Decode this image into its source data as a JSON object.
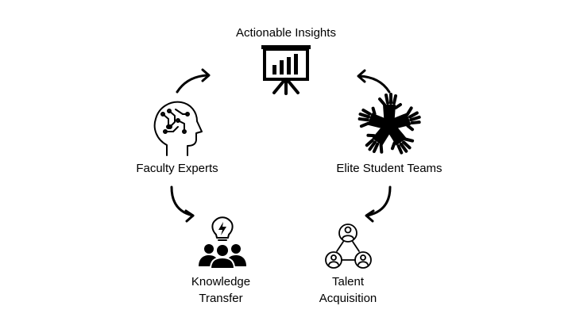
{
  "diagram": {
    "nodes": {
      "insights": {
        "label": "Actionable Insights",
        "icon": "presentation-chart-icon"
      },
      "faculty": {
        "label": "Faculty Experts",
        "icon": "brain-circuit-head-icon"
      },
      "students": {
        "label": "Elite Student Teams",
        "icon": "hands-together-icon"
      },
      "knowledge": {
        "label_lines": [
          "Knowledge",
          "Transfer"
        ],
        "icon": "team-lightbulb-icon"
      },
      "talent": {
        "label_lines": [
          "Talent",
          "Acquisition"
        ],
        "icon": "people-network-icon"
      }
    },
    "arrows": [
      {
        "from": "faculty",
        "to": "insights"
      },
      {
        "from": "students",
        "to": "insights"
      },
      {
        "from": "faculty",
        "to": "knowledge"
      },
      {
        "from": "students",
        "to": "talent"
      }
    ],
    "colors": {
      "stroke": "#000000",
      "background": "#ffffff"
    }
  }
}
